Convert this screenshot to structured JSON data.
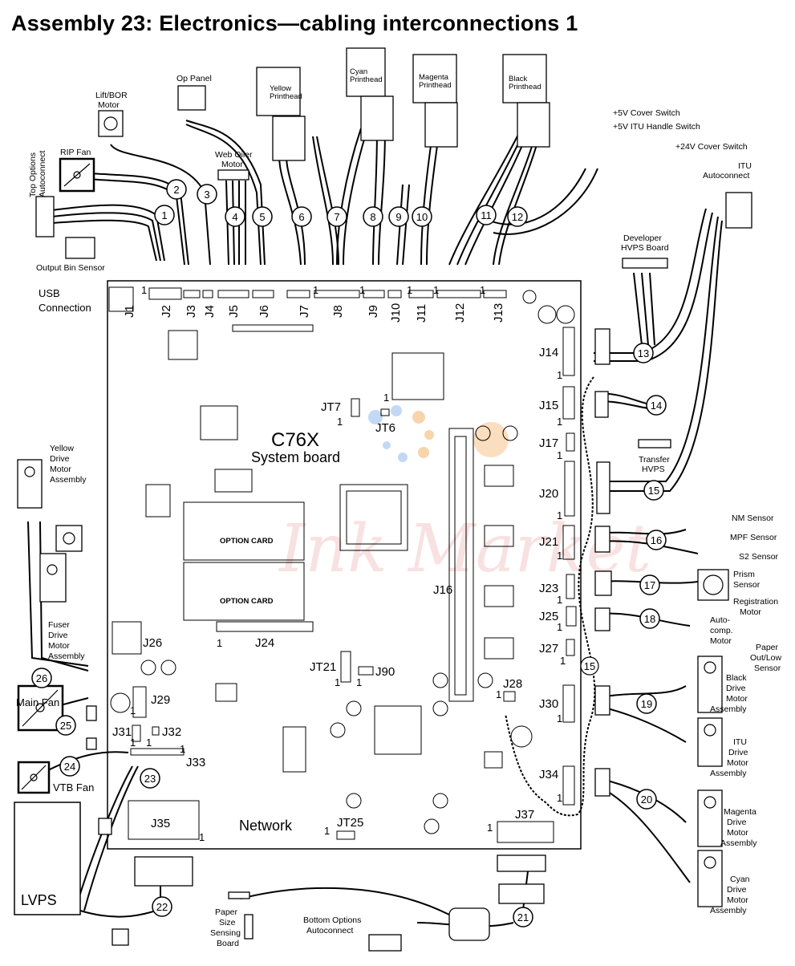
{
  "title": "Assembly 23:  Electronics—cabling interconnections 1",
  "watermark": "Ink Market",
  "board": {
    "name": "C76X",
    "subtitle": "System board",
    "option_card_1": "OPTION CARD",
    "option_card_2": "OPTION CARD",
    "network": "Network"
  },
  "connectors": {
    "J1": "J1",
    "J2": "J2",
    "J3": "J3",
    "J4": "J4",
    "J5": "J5",
    "J6": "J6",
    "J7": "J7",
    "J8": "J8",
    "J9": "J9",
    "J10": "J10",
    "J11": "J11",
    "J12": "J12",
    "J13": "J13",
    "J14": "J14",
    "J15": "J15",
    "J16": "J16",
    "J17": "J17",
    "J20": "J20",
    "J21": "J21",
    "J23": "J23",
    "J24": "J24",
    "J25": "J25",
    "J26": "J26",
    "J27": "J27",
    "J28": "J28",
    "J29": "J29",
    "J30": "J30",
    "J31": "J31",
    "J32": "J32",
    "J33": "J33",
    "J34": "J34",
    "J35": "J35",
    "J37": "J37",
    "J90": "J90",
    "JT6": "JT6",
    "JT7": "JT7",
    "JT21": "JT21",
    "JT25": "JT25"
  },
  "pin_one": "1",
  "callouts": [
    "1",
    "2",
    "3",
    "4",
    "5",
    "6",
    "7",
    "8",
    "9",
    "10",
    "11",
    "12",
    "13",
    "14",
    "15",
    "16",
    "17",
    "18",
    "19",
    "20",
    "21",
    "22",
    "23",
    "24",
    "25",
    "26"
  ],
  "extra_callout": "15",
  "components": {
    "top_options": [
      "Top Options",
      "Autoconnect"
    ],
    "rip_fan": "RIP Fan",
    "lift_bor": [
      "Lift/BOR",
      "Motor"
    ],
    "op_panel": "Op Panel",
    "web_oiler": [
      "Web Oiler",
      "Motor"
    ],
    "yellow_ph": [
      "Yellow",
      "Printhead"
    ],
    "cyan_ph": [
      "Cyan",
      "Printhead"
    ],
    "magenta_ph": [
      "Magenta",
      "Printhead"
    ],
    "black_ph": [
      "Black",
      "Printhead"
    ],
    "cover_5v": "+5V Cover Switch",
    "itu_handle": "+5V ITU Handle Switch",
    "cover_24v": "+24V Cover Switch",
    "itu_autoconnect": [
      "ITU",
      "Autoconnect"
    ],
    "output_bin": "Output Bin Sensor",
    "usb": [
      "USB",
      "Connection"
    ],
    "dev_hvps": [
      "Developer",
      "HVPS Board"
    ],
    "transfer_hvps": [
      "Transfer",
      "HVPS"
    ],
    "nm_sensor": "NM Sensor",
    "mpf_sensor": "MPF Sensor",
    "s2_sensor": "S2 Sensor",
    "prism_sensor": [
      "Prism",
      "Sensor"
    ],
    "registration": [
      "Registration",
      "Motor"
    ],
    "autocomp": [
      "Auto-",
      "comp.",
      "Motor"
    ],
    "paper_out": [
      "Paper",
      "Out/Low",
      "Sensor"
    ],
    "black_drive": [
      "Black",
      "Drive",
      "Motor",
      "Assembly"
    ],
    "itu_drive": [
      "ITU",
      "Drive",
      "Motor",
      "Assembly"
    ],
    "magenta_drive": [
      "Magenta",
      "Drive",
      "Motor",
      "Assembly"
    ],
    "cyan_drive": [
      "Cyan",
      "Drive",
      "Motor",
      "Assembly"
    ],
    "yellow_drive": [
      "Yellow",
      "Drive",
      "Motor",
      "Assembly"
    ],
    "fuser_drive": [
      "Fuser",
      "Drive",
      "Motor",
      "Assembly"
    ],
    "main_fan": "Main Fan",
    "vtb_fan": "VTB Fan",
    "lvps": "LVPS",
    "paper_size": [
      "Paper",
      "Size",
      "Sensing",
      "Board"
    ],
    "bottom_options": [
      "Bottom Options",
      "Autoconnect"
    ]
  },
  "colors": {
    "line": "#000000",
    "watermark": "#f3c9c9",
    "dot_orange": "#f5c28a",
    "dot_blue": "#a9c8ef"
  }
}
